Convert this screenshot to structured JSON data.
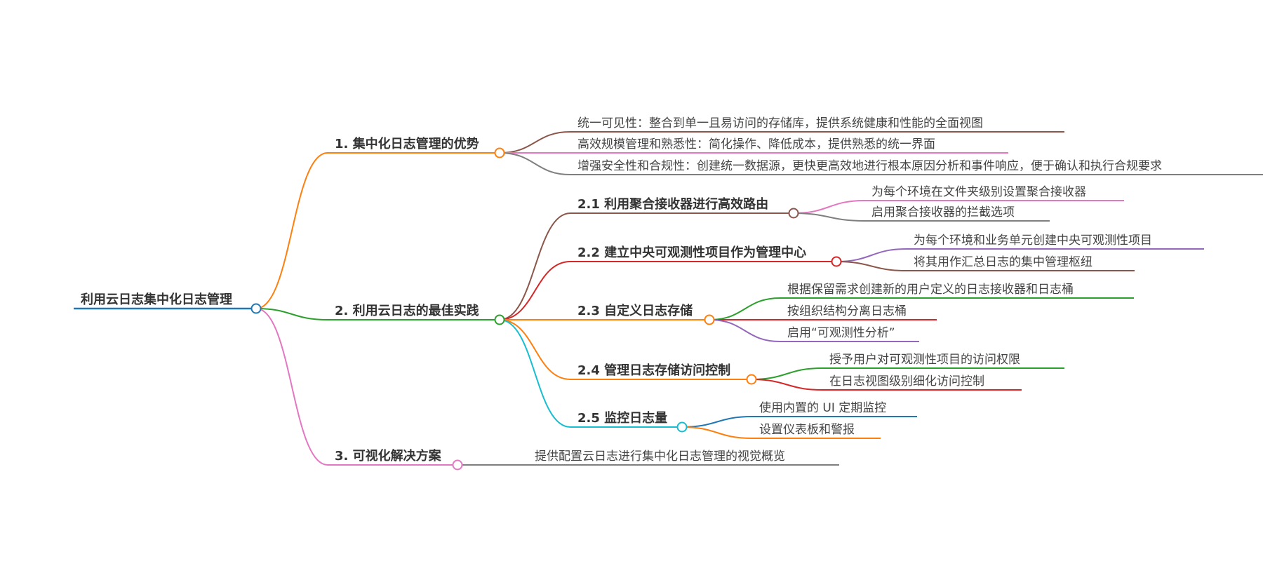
{
  "root": {
    "label": "利用云日志集中化日志管理",
    "color": "#1f77b4"
  },
  "branches": [
    {
      "label": "1. 集中化日志管理的优势",
      "color": "#ff7f0e",
      "children": [
        {
          "label": "统一可见性：整合到单一且易访问的存储库，提供系统健康和性能的全面视图",
          "color": "#8c564b"
        },
        {
          "label": "高效规模管理和熟悉性：简化操作、降低成本，提供熟悉的统一界面",
          "color": "#e377c2"
        },
        {
          "label": "增强安全性和合规性：创建统一数据源，更快更高效地进行根本原因分析和事件响应，便于确认和执行合规要求",
          "color": "#7f7f7f"
        }
      ]
    },
    {
      "label": "2. 利用云日志的最佳实践",
      "color": "#2ca02c",
      "children": [
        {
          "label": "2.1 利用聚合接收器进行高效路由",
          "color": "#8c564b",
          "children": [
            {
              "label": "为每个环境在文件夹级别设置聚合接收器",
              "color": "#e377c2"
            },
            {
              "label": "启用聚合接收器的拦截选项",
              "color": "#7f7f7f"
            }
          ]
        },
        {
          "label": "2.2 建立中央可观测性项目作为管理中心",
          "color": "#d62728",
          "children": [
            {
              "label": "为每个环境和业务单元创建中央可观测性项目",
              "color": "#9467bd"
            },
            {
              "label": "将其用作汇总日志的集中管理枢纽",
              "color": "#8c564b"
            }
          ]
        },
        {
          "label": "2.3 自定义日志存储",
          "color": "#ff7f0e",
          "children": [
            {
              "label": "根据保留需求创建新的用户定义的日志接收器和日志桶",
              "color": "#2ca02c"
            },
            {
              "label": "按组织结构分离日志桶",
              "color": "#d62728"
            },
            {
              "label": "启用“可观测性分析”",
              "color": "#9467bd"
            }
          ]
        },
        {
          "label": "2.4 管理日志存储访问控制",
          "color": "#ff7f0e",
          "children": [
            {
              "label": "授予用户对可观测性项目的访问权限",
              "color": "#2ca02c"
            },
            {
              "label": "在日志视图级别细化访问控制",
              "color": "#d62728"
            }
          ]
        },
        {
          "label": "2.5 监控日志量",
          "color": "#17becf",
          "children": [
            {
              "label": "使用内置的 UI 定期监控",
              "color": "#1f77b4"
            },
            {
              "label": "设置仪表板和警报",
              "color": "#ff7f0e"
            }
          ]
        }
      ]
    },
    {
      "label": "3. 可视化解决方案",
      "color": "#e377c2",
      "children": [
        {
          "label": "提供配置云日志进行集中化日志管理的视觉概览",
          "color": "#7f7f7f"
        }
      ]
    }
  ]
}
